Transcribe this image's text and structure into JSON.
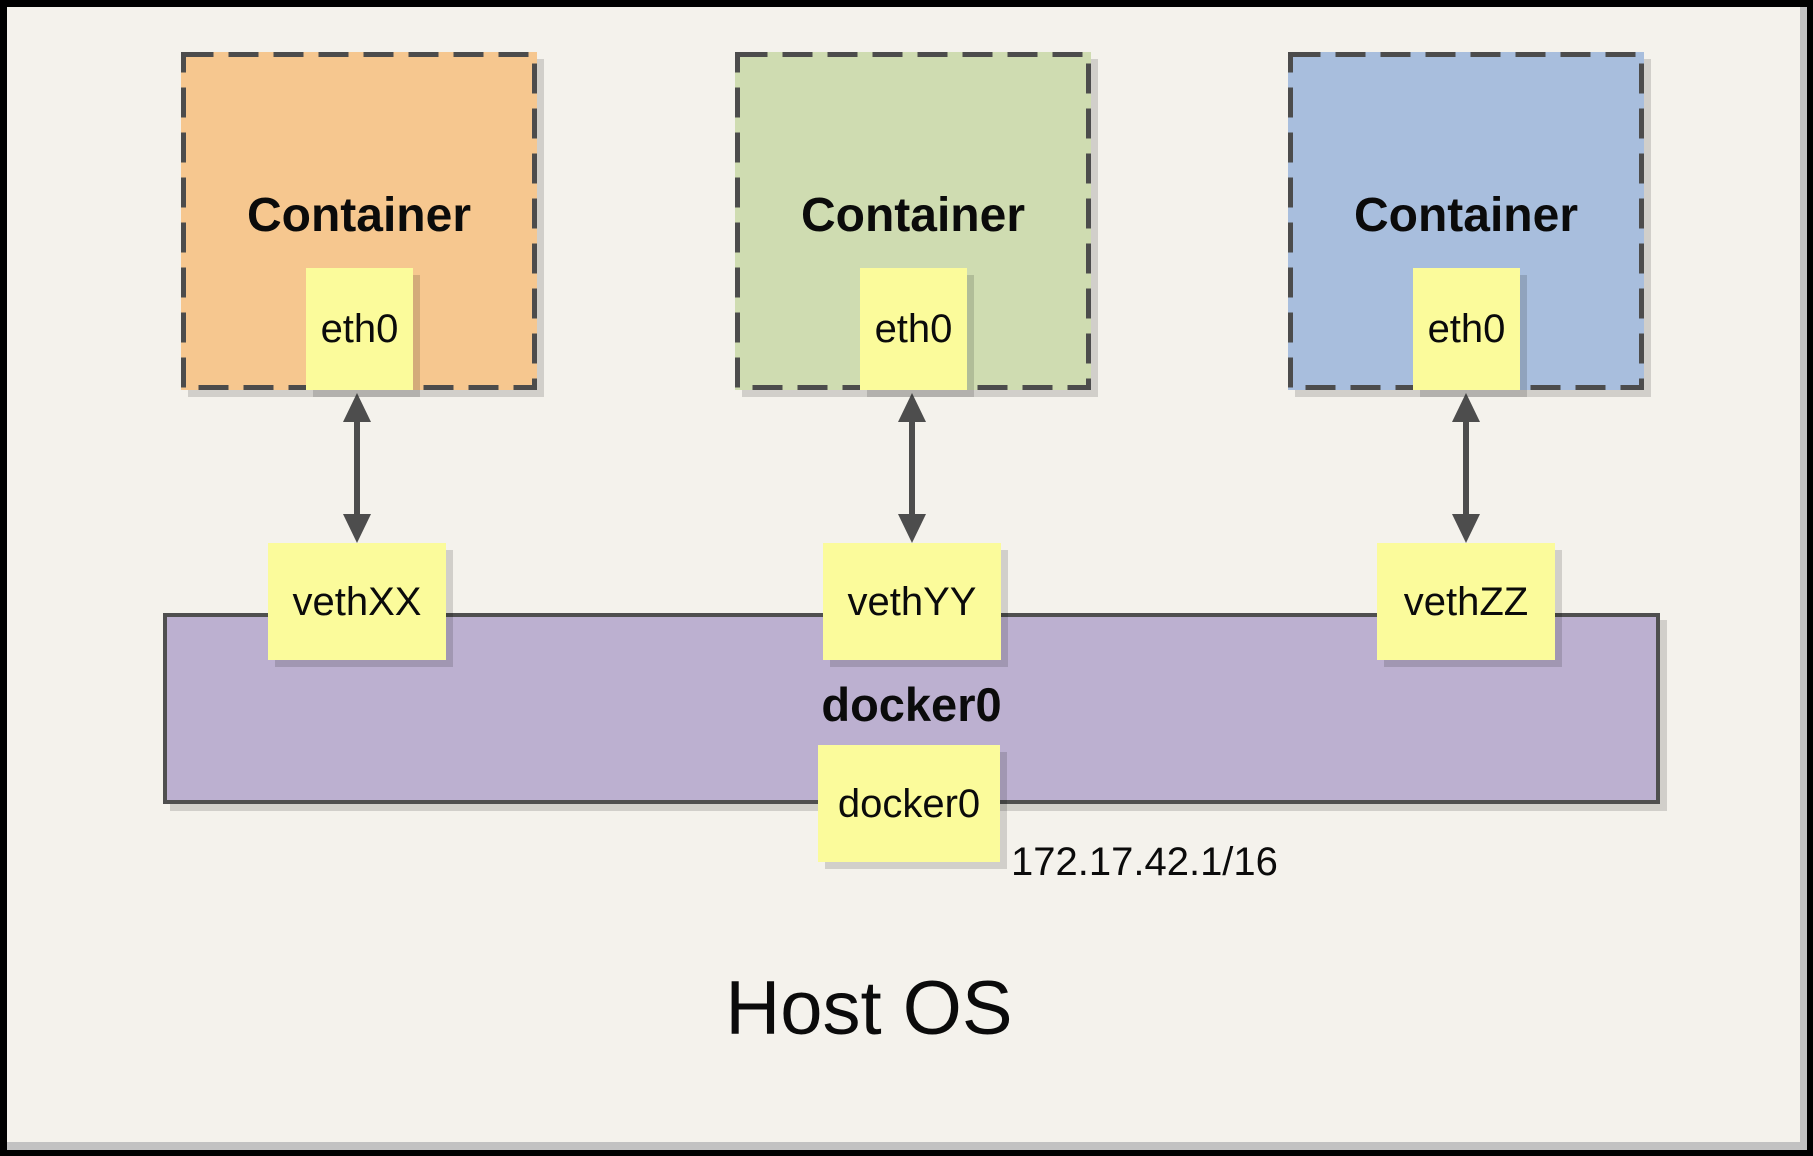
{
  "diagram": {
    "containers": [
      {
        "label": "Container",
        "iface": "eth0",
        "color": "#F6C78F"
      },
      {
        "label": "Container",
        "iface": "eth0",
        "color": "#CFDCB1"
      },
      {
        "label": "Container",
        "iface": "eth0",
        "color": "#A8BEDD"
      }
    ],
    "veths": [
      {
        "label": "vethXX"
      },
      {
        "label": "vethYY"
      },
      {
        "label": "vethZZ"
      }
    ],
    "bridge": {
      "label": "docker0",
      "iface": "docker0",
      "ip": "172.17.42.1/16",
      "color": "#BCB0D0"
    },
    "host": {
      "label": "Host OS"
    },
    "colors": {
      "page_background": "#F4F2EC",
      "note_yellow": "#FBFB9B",
      "container_orange": "#F6C78F",
      "container_green": "#CFDCB1",
      "container_blue": "#A8BEDD",
      "bridge_purple": "#BCB0D0",
      "line_dark": "#4D4D4D",
      "frame_black": "#000000",
      "shadow_gray": "#C2C2C2"
    }
  }
}
